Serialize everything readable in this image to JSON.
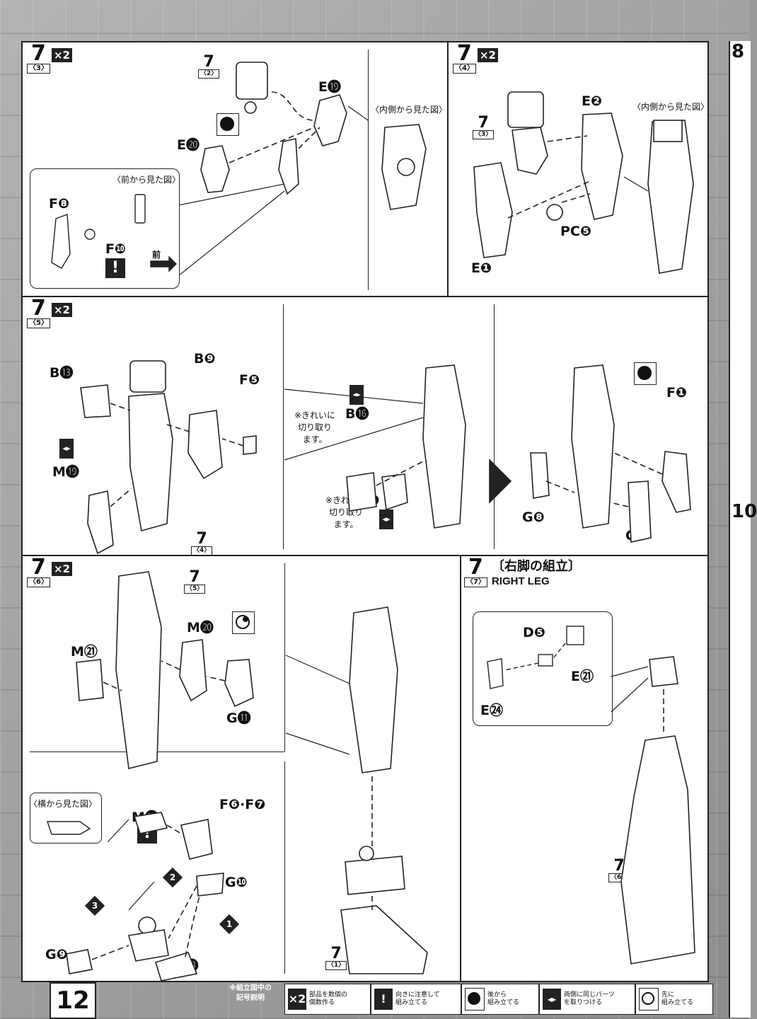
{
  "page": {
    "number": "12"
  },
  "step_7_3": {
    "step": "7",
    "sub": "〈3〉",
    "qty": "×2",
    "ref_step": "7",
    "ref_sub": "〈2〉",
    "part_e19": "E⓳",
    "part_e20": "E⓴",
    "part_f8": "F❽",
    "part_f10": "F❿",
    "inner_view": "〈内側から見た図〉",
    "front_view": "〈前から見た図〉",
    "front_label": "前"
  },
  "step_7_4": {
    "step": "7",
    "sub": "〈4〉",
    "qty": "×2",
    "ref_step": "7",
    "ref_sub": "〈3〉",
    "part_e2": "E❷",
    "part_e1": "E❶",
    "part_pc5": "PC❺",
    "inner_view": "〈内側から見た図〉"
  },
  "step_7_5": {
    "step": "7",
    "sub": "〈5〉",
    "qty": "×2",
    "part_b13": "B⓭",
    "part_b9": "B❾",
    "part_f5": "F❺",
    "part_m19": "M⓳",
    "ref_step": "7",
    "ref_sub": "〈4〉",
    "part_b16": "B⓰",
    "part_b1": "B❶",
    "part_f1": "F❶",
    "part_g8": "G❽",
    "part_g7": "G❼",
    "note_clean_1": "※きれいに\n切り取り\nます。",
    "note_clean_2": "※きれいに\n切り取り\nます。"
  },
  "step_7_6": {
    "step": "7",
    "sub": "〈6〉",
    "qty": "×2",
    "ref_step": "7",
    "ref_sub": "〈5〉",
    "part_m21": "M㉑",
    "part_m20": "M⓴",
    "part_g11": "G⓫",
    "side_view": "〈横から見た図〉",
    "part_m12": "M⓬",
    "part_f6f7": "F❻·F❼",
    "part_g10": "G❿",
    "part_g9": "G❾",
    "part_g13": "G⓭",
    "order_1": "1",
    "order_2": "2",
    "order_3": "3",
    "ref_bottom_step": "7",
    "ref_bottom_sub": "〈1〉"
  },
  "step_7_7": {
    "step": "7",
    "sub": "〈7〉",
    "title_jp": "〔右脚の組立〕",
    "title_en": "RIGHT LEG",
    "part_d5": "D❺",
    "part_e21": "E㉑",
    "part_e24": "E㉔",
    "ref_step": "7",
    "ref_sub": "〈6〉"
  },
  "legend": {
    "title": "※組立図中の\n記号説明",
    "items": [
      {
        "icon": "×2",
        "text": "部品を数個の\n個数作る"
      },
      {
        "icon": "!",
        "text": "向きに注意して\n組み立てる"
      },
      {
        "icon": "back",
        "text": "後から\n組み立てる"
      },
      {
        "icon": "both",
        "text": "両側に同じパーツ\nを取りつける"
      },
      {
        "icon": "first",
        "text": "先に\n組み立てる"
      }
    ]
  },
  "right_strip": {
    "top_num": "8",
    "mid_num": "10"
  },
  "colors": {
    "page_bg": "#9a9a9a",
    "sheet": "#ffffff",
    "ink": "#222222"
  }
}
